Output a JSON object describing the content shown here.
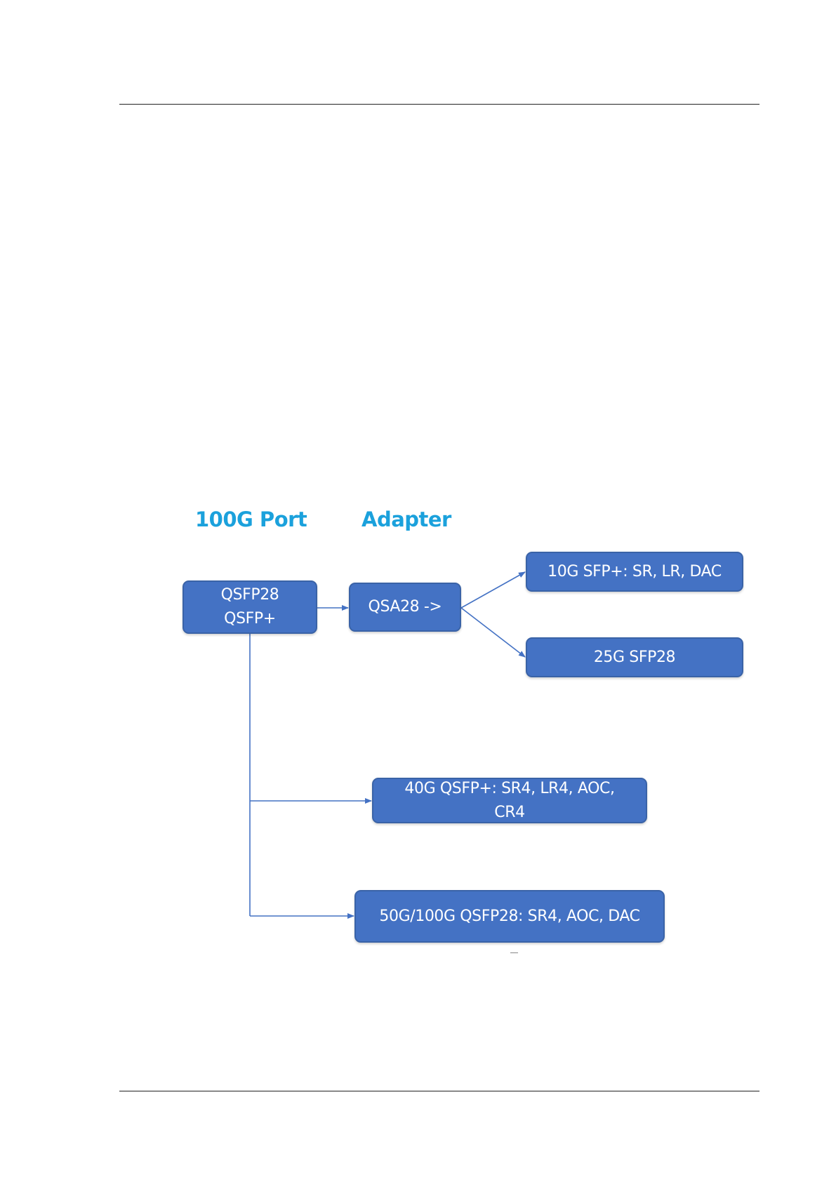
{
  "colors": {
    "heading": "#1ba1dc",
    "box_fill": "#4472c4",
    "box_border": "#3a63a7",
    "connector": "#4472c4",
    "rule": "#222222"
  },
  "headings": {
    "port": "100G Port",
    "adapter": "Adapter"
  },
  "nodes": {
    "port": "QSFP28\nQSFP+",
    "adapter": "QSA28 ->",
    "sfp_10g": "10G SFP+: SR, LR, DAC",
    "sfp28_25g": "25G SFP28",
    "qsfp_40g": "40G QSFP+: SR4, LR4, AOC,\nCR4",
    "qsfp28_50_100g": "50G/100G QSFP28: SR4, AOC, DAC"
  },
  "edges": [
    {
      "from": "port",
      "to": "adapter"
    },
    {
      "from": "adapter",
      "to": "sfp_10g"
    },
    {
      "from": "adapter",
      "to": "sfp28_25g"
    },
    {
      "from": "port",
      "to": "qsfp_40g"
    },
    {
      "from": "port",
      "to": "qsfp28_50_100g"
    }
  ]
}
